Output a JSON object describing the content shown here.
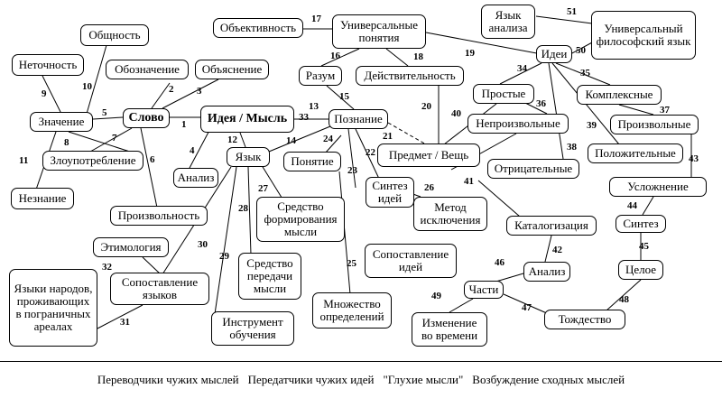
{
  "nodes": {
    "obshchnost": "Общность",
    "netochnost": "Неточность",
    "oboznachenie": "Обозначение",
    "obyasnenie": "Объяснение",
    "znachenie": "Значение",
    "slovo": "Слово",
    "ideya_mysl": "Идея / Мысль",
    "zloupotreblenie": "Злоупотребление",
    "neznanie": "Незнание",
    "analiz_left": "Анализ",
    "yazyk": "Язык",
    "proizvolnost": "Произвольность",
    "obektivnost": "Объективность",
    "universalnye_ponyatiya": "Универсальные понятия",
    "razum": "Разум",
    "deistvitelnost": "Действительность",
    "poznanie": "Познание",
    "ponyatie": "Понятие",
    "predmet_veshch": "Предмет / Вещь",
    "sintez_idei": "Синтез идей",
    "metod_isklyucheniya": "Метод исключения",
    "sredstvo_formirovaniya": "Средство формирования мысли",
    "sredstvo_peredachi": "Средство передачи мысли",
    "etimologiya": "Этимология",
    "sopostavlenie_yazykov": "Сопоставление языков",
    "yazyki_narodov": "Языки народов, проживающих в пограничных ареалах",
    "instrument_obucheniya": "Инструмент обучения",
    "mnozhestvo_opredelenii": "Множество определений",
    "sopostavlenie_idei": "Сопоставление идей",
    "yazyk_analiza": "Язык анализа",
    "universalnyi_yazyk": "Универсальный философский язык",
    "idei": "Идеи",
    "prostye": "Простые",
    "kompleksnye": "Комплексные",
    "neproizvolnye": "Непроизвольные",
    "proizvolnye": "Произвольные",
    "polozhitelnye": "Положительные",
    "otricatelnye": "Отрицательные",
    "uslozhnenie": "Усложнение",
    "sintez": "Синтез",
    "katalogizaciya": "Каталогизация",
    "analiz_right": "Анализ",
    "celoe": "Целое",
    "chasti": "Части",
    "izmenenie": "Изменение во времени",
    "tozhdestvo": "Тождество"
  },
  "edge_numbers": [
    "1",
    "2",
    "3",
    "4",
    "5",
    "6",
    "7",
    "8",
    "9",
    "10",
    "11",
    "12",
    "13",
    "14",
    "15",
    "16",
    "17",
    "18",
    "19",
    "20",
    "21",
    "22",
    "23",
    "24",
    "25",
    "26",
    "27",
    "28",
    "29",
    "30",
    "31",
    "32",
    "33",
    "34",
    "35",
    "36",
    "37",
    "38",
    "39",
    "40",
    "41",
    "42",
    "43",
    "44",
    "45",
    "46",
    "47",
    "48",
    "49",
    "50",
    "51"
  ],
  "footer": {
    "item1": "Переводчики чужих мыслей",
    "item2": "Передатчики чужих идей",
    "item3": "\"Глухие мысли\"",
    "item4": "Возбуждение сходных мыслей"
  }
}
